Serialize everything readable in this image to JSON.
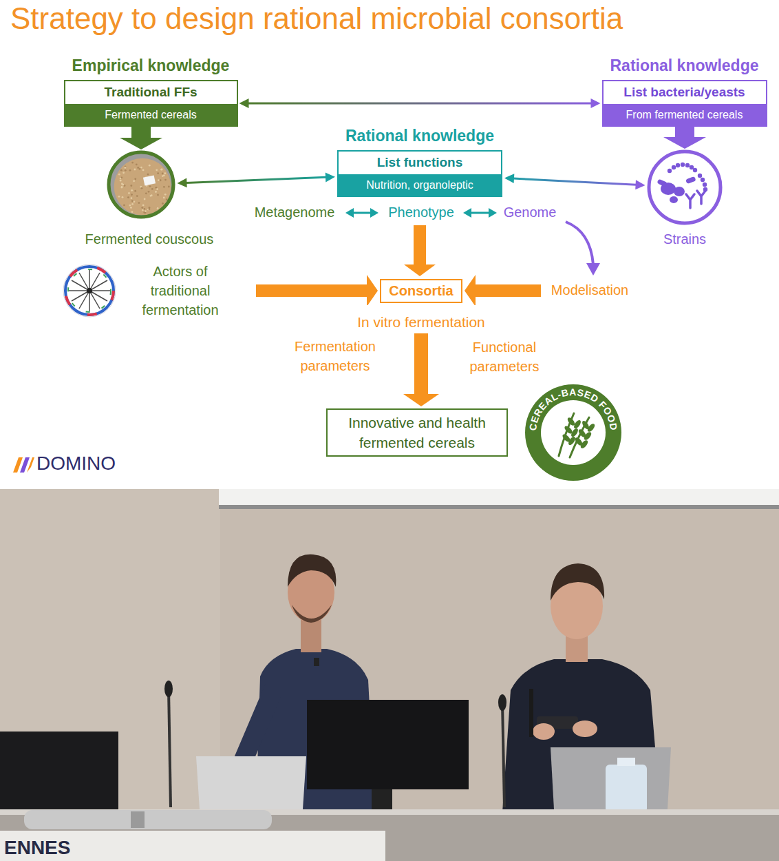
{
  "diagram": {
    "title": "Strategy to design rational microbial consortia",
    "nodes": [
      {
        "text": [
          "Empirical knowledge",
          "Traditional FFs",
          "Fermented cereals"
        ]
      },
      {
        "text": [
          "Rational knowledge",
          "List bacteria/yeasts",
          "From fermented cereals"
        ]
      },
      {
        "text": [
          "Fermented couscous"
        ]
      },
      {
        "text": [
          "Rational knowledge",
          "List functions",
          "Nutrition, organoleptic"
        ]
      },
      {
        "text": [
          "Strains"
        ]
      },
      {
        "text": [
          "Consortia"
        ]
      },
      {
        "text": [
          "Innovative and health fermented cereals"
        ]
      }
    ],
    "edges": [
      {
        "from": 0,
        "to": 1,
        "arrow": "both"
      },
      {
        "from": 0,
        "to": 2,
        "arrow": "to"
      },
      {
        "from": 1,
        "to": 4,
        "arrow": "to"
      },
      {
        "from": 2,
        "to": 3,
        "arrow": "both"
      },
      {
        "from": 3,
        "to": 4,
        "arrow": "both"
      },
      {
        "from": 5,
        "to": 6,
        "arrow": "to",
        "label": "In vitro fermentation"
      }
    ],
    "labels": [
      "Metagenome",
      "Phenotype",
      "Genome",
      "Actors of traditional fermentation",
      "Modelisation",
      "Fermentation parameters",
      "Functional parameters",
      "CEREAL-BASED FOOD",
      "DOMINO",
      "ENNES"
    ]
  }
}
